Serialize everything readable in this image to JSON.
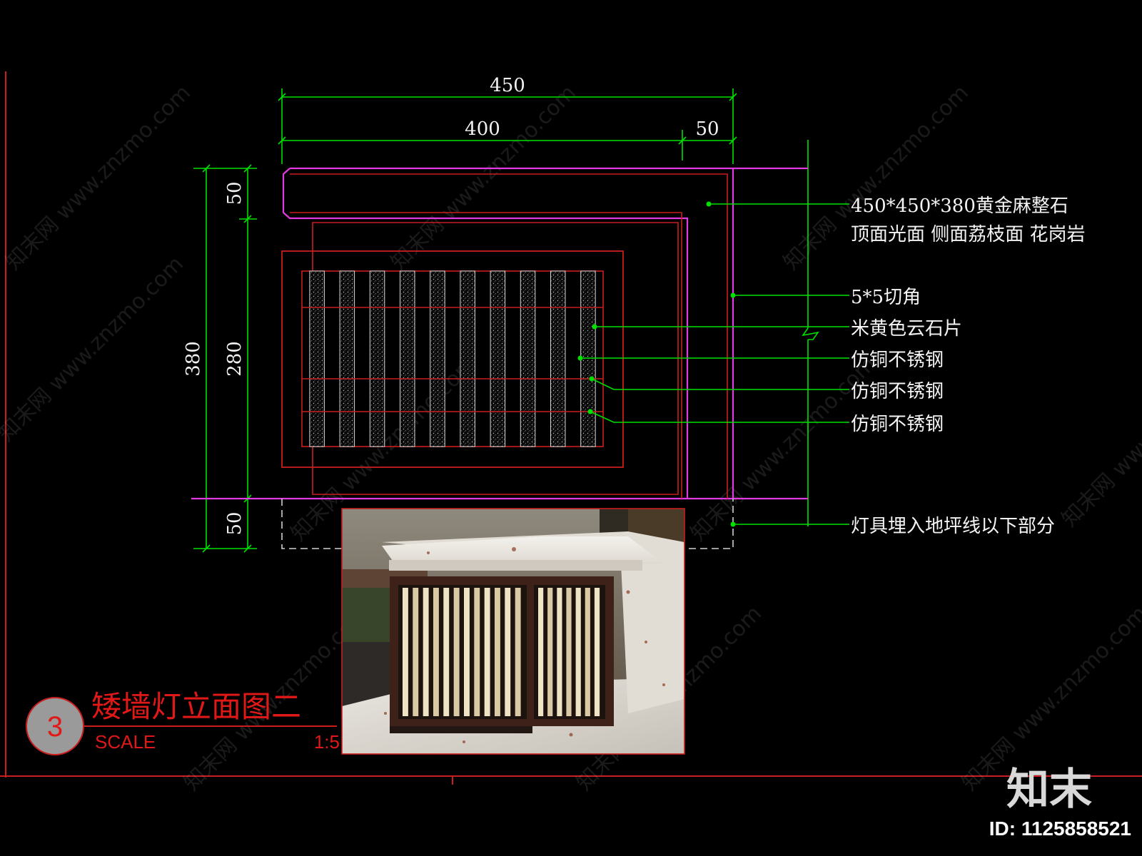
{
  "dimensions": {
    "total_width": "450",
    "inner_width": "400",
    "offset_width": "50",
    "total_height": "380",
    "top_height": "50",
    "body_height": "280",
    "buried_height": "50"
  },
  "annotations": [
    {
      "line1": "450*450*380黄金麻整石",
      "line2": "顶面光面  侧面荔枝面  花岗岩"
    },
    {
      "line1": "5*5切角"
    },
    {
      "line1": "米黄色云石片"
    },
    {
      "line1": "仿铜不锈钢"
    },
    {
      "line1": "仿铜不锈钢"
    },
    {
      "line1": "仿铜不锈钢"
    },
    {
      "line1": "灯具埋入地坪线以下部分"
    }
  ],
  "title": {
    "number": "3",
    "name": "矮墙灯立面图二",
    "scale_label": "SCALE",
    "scale_value": "1:5"
  },
  "watermark": {
    "text": "知末网 www.znzmo.com",
    "logo": "知末",
    "id": "ID: 1125858521"
  },
  "colors": {
    "background": "#000000",
    "dimension_line": "#00e000",
    "outline_magenta": "#e03ae0",
    "outline_red": "#c81e1e",
    "title_red": "#e01818",
    "stone_fill": "#e9e5de",
    "frame_bronze": "#3e2219"
  }
}
